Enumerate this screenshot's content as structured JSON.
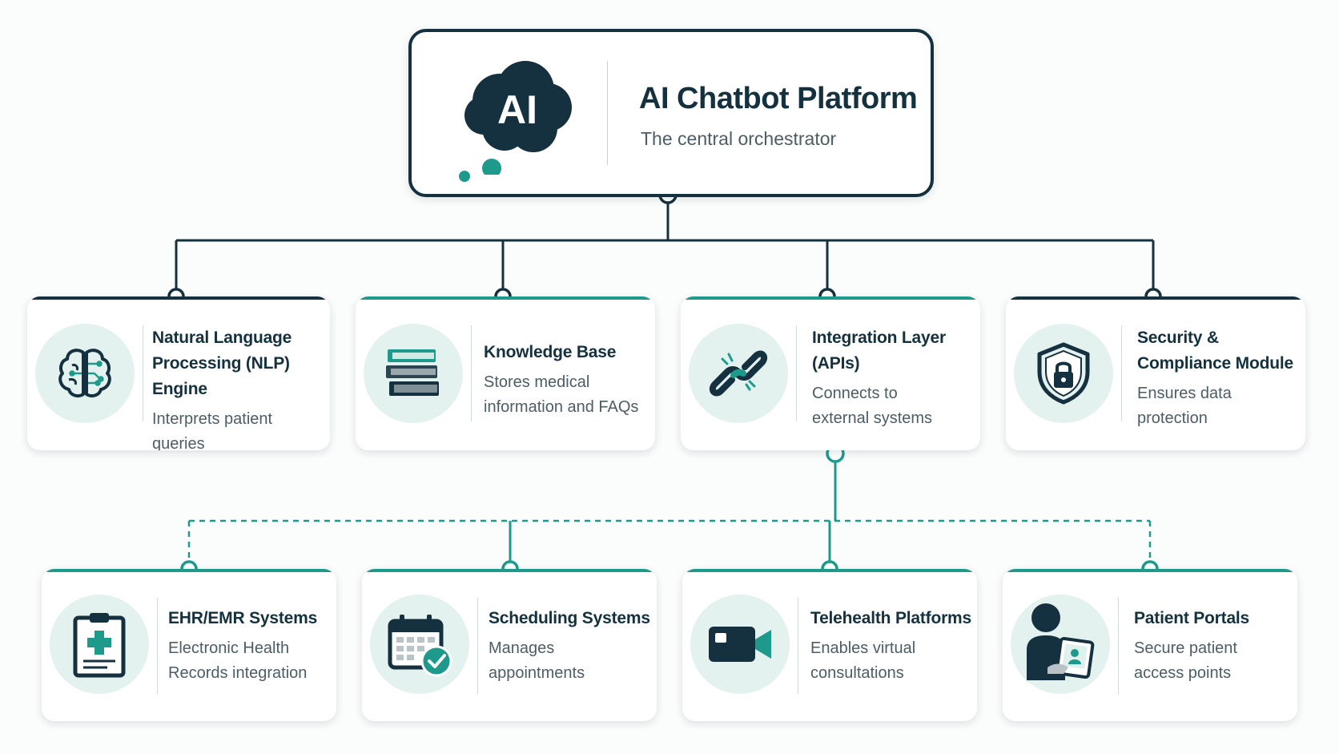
{
  "platform": {
    "title": "AI Chatbot Platform",
    "subtitle": "The central orchestrator",
    "logo_text": "AI"
  },
  "components": [
    {
      "title_lines": [
        "Natural Language",
        "Processing (NLP) Engine"
      ],
      "desc_lines": [
        "Interprets patient",
        "queries"
      ],
      "icon": "brain-icon"
    },
    {
      "title_lines": [
        "Knowledge Base"
      ],
      "desc_lines": [
        "Stores medical",
        "information and FAQs"
      ],
      "icon": "books-icon"
    },
    {
      "title_lines": [
        "Integration Layer",
        "(APIs)"
      ],
      "desc_lines": [
        "Connects to",
        "external systems"
      ],
      "icon": "chain-link-icon"
    },
    {
      "title_lines": [
        "Security &",
        "Compliance Module"
      ],
      "desc_lines": [
        "Ensures data",
        "protection"
      ],
      "icon": "shield-lock-icon"
    }
  ],
  "integrations": [
    {
      "title_lines": [
        "EHR/EMR Systems"
      ],
      "desc_lines": [
        "Electronic Health",
        "Records integration"
      ],
      "icon": "clipboard-medical-icon"
    },
    {
      "title_lines": [
        "Scheduling Systems"
      ],
      "desc_lines": [
        "Manages",
        "appointments"
      ],
      "icon": "calendar-check-icon"
    },
    {
      "title_lines": [
        "Telehealth Platforms"
      ],
      "desc_lines": [
        "Enables virtual",
        "consultations"
      ],
      "icon": "video-camera-icon"
    },
    {
      "title_lines": [
        "Patient Portals"
      ],
      "desc_lines": [
        "Secure patient",
        "access points"
      ],
      "icon": "patient-tablet-icon"
    }
  ],
  "colors": {
    "navy": "#15303e",
    "teal": "#1d9a8c",
    "icon_bg": "#e3f1ef"
  }
}
